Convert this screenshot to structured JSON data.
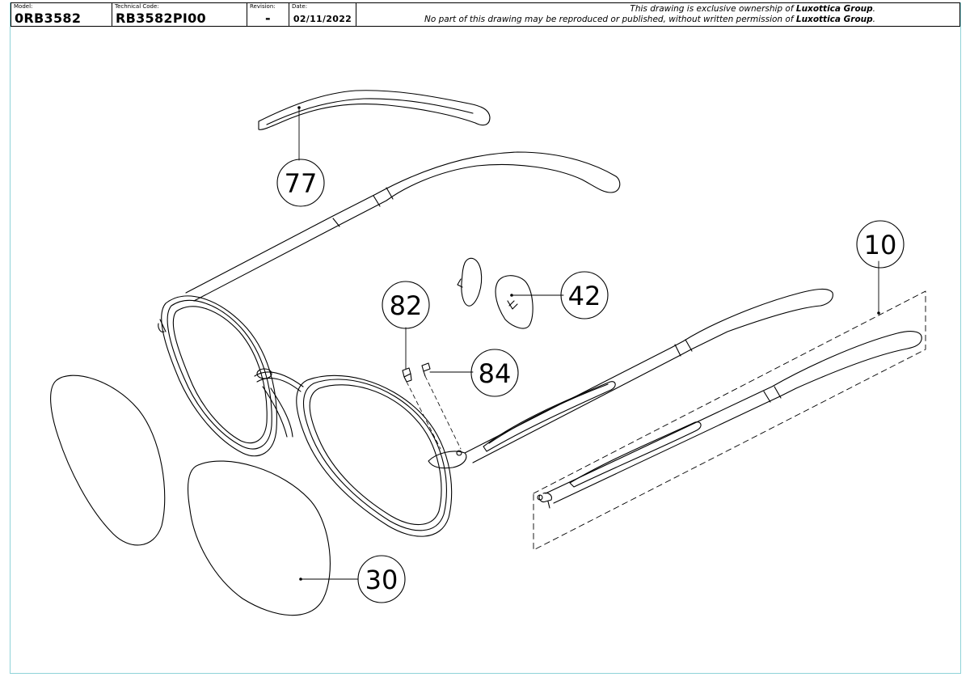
{
  "title_block": {
    "model_label": "Model:",
    "model_value": "0RB3582",
    "technical_code_label": "Technical Code:",
    "technical_code_value": "RB3582PI00",
    "revision_label": "Revision:",
    "revision_value": "-",
    "date_label": "Date:",
    "date_value": "02/11/2022",
    "notice_line1_pre": "This drawing is exclusive ownership of ",
    "notice_line1_owner": "Luxottica Group",
    "notice_line1_post": ".",
    "notice_line2_pre": "No part of this drawing may be reproduced or published, without written permission of ",
    "notice_line2_owner": "Luxottica Group",
    "notice_line2_post": "."
  },
  "callouts": [
    {
      "id": "77",
      "label": "77"
    },
    {
      "id": "10",
      "label": "10"
    },
    {
      "id": "42",
      "label": "42"
    },
    {
      "id": "82",
      "label": "82"
    },
    {
      "id": "84",
      "label": "84"
    },
    {
      "id": "30",
      "label": "30"
    }
  ],
  "colors": {
    "line": "#000000",
    "sheet_border": "#8fd3d8"
  }
}
